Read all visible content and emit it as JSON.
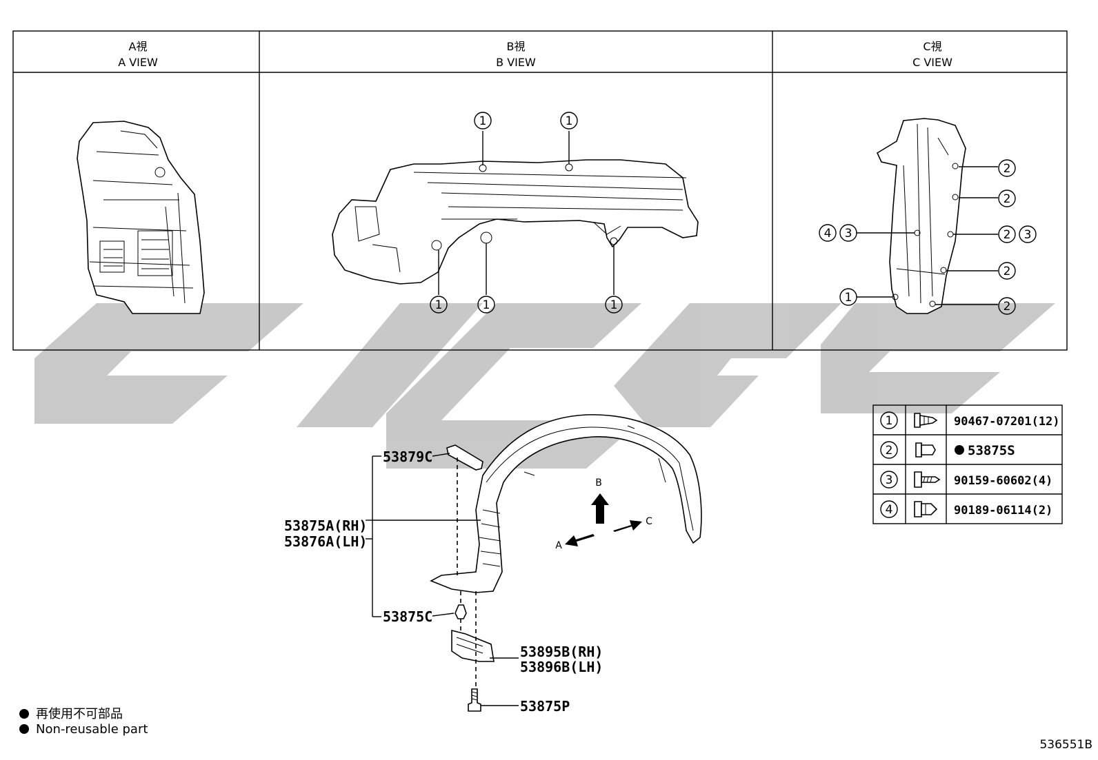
{
  "views": [
    {
      "jp": "A視",
      "en": "A VIEW"
    },
    {
      "jp": "B視",
      "en": "B VIEW"
    },
    {
      "jp": "C視",
      "en": "C VIEW"
    }
  ],
  "callouts": {
    "one": "1",
    "two": "2",
    "three": "3",
    "four": "4"
  },
  "parts": {
    "p53879C": "53879C",
    "p53875A": "53875A(RH)",
    "p53876A": "53876A(LH)",
    "p53875C": "53875C",
    "p53895B": "53895B(RH)",
    "p53896B": "53896B(LH)",
    "p53875P": "53875P"
  },
  "arrows": {
    "a": "A",
    "b": "B",
    "c": "C"
  },
  "fastener_table": [
    {
      "num": "1",
      "part": "90467-07201(12)",
      "nonreusable": false
    },
    {
      "num": "2",
      "part": "53875S",
      "nonreusable": true
    },
    {
      "num": "3",
      "part": "90159-60602(4)",
      "nonreusable": false
    },
    {
      "num": "4",
      "part": "90189-06114(2)",
      "nonreusable": false
    }
  ],
  "legend": {
    "jp": "再使用不可部品",
    "en": "Non-reusable part"
  },
  "illustration_code": "536551B",
  "watermark_color": "#c6c6c6"
}
